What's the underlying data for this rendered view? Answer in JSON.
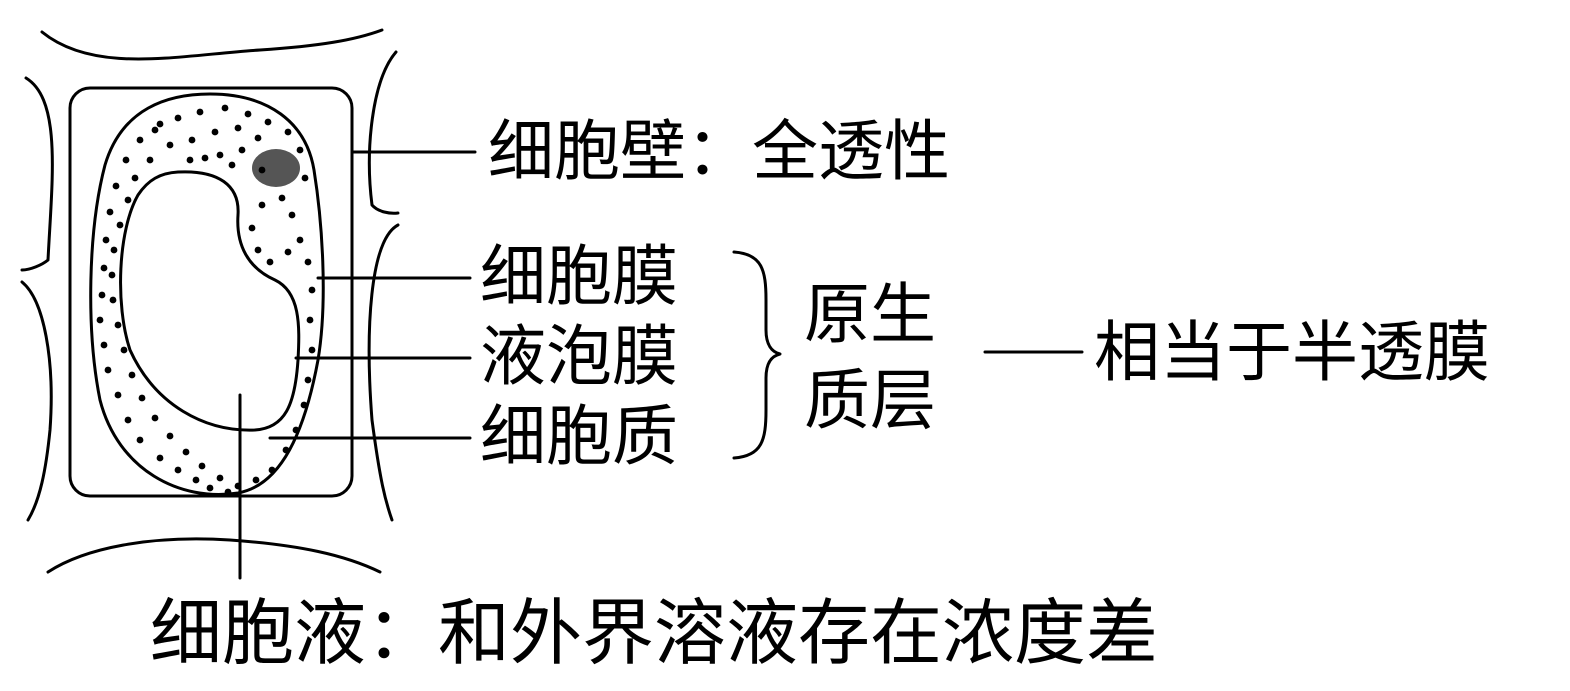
{
  "labels": {
    "wall_name": "细胞壁",
    "wall_sep": "：",
    "wall_prop": "全透性",
    "membrane": "细胞膜",
    "tonoplast": "液泡膜",
    "cytoplasm": "细胞质",
    "protoplast_line1": "原生",
    "protoplast_line2": "质层",
    "equivalent": "相当于半透膜",
    "sap_name": "细胞液",
    "sap_sep": "：",
    "sap_desc": "和外界溶液存在浓度差"
  },
  "colors": {
    "ink": "#000000",
    "nucleus": "#555555",
    "background": "#ffffff"
  }
}
